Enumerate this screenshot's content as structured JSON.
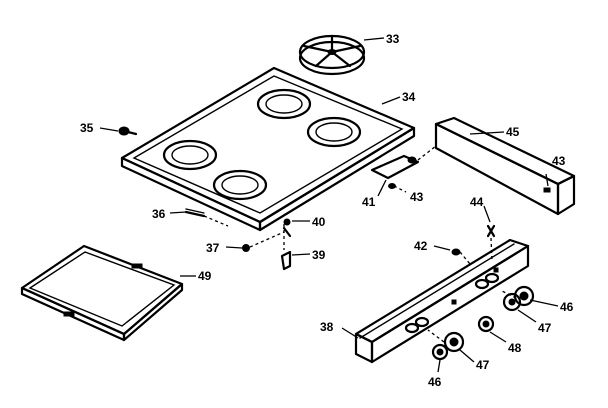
{
  "callouts": {
    "c33": "33",
    "c34": "34",
    "c35": "35",
    "c36": "36",
    "c37": "37",
    "c38": "38",
    "c39": "39",
    "c40": "40",
    "c41": "41",
    "c42": "42",
    "c43a": "43",
    "c43b": "43",
    "c44": "44",
    "c45": "45",
    "c46a": "46",
    "c46b": "46",
    "c47a": "47",
    "c47b": "47",
    "c48": "48",
    "c49": "49"
  }
}
